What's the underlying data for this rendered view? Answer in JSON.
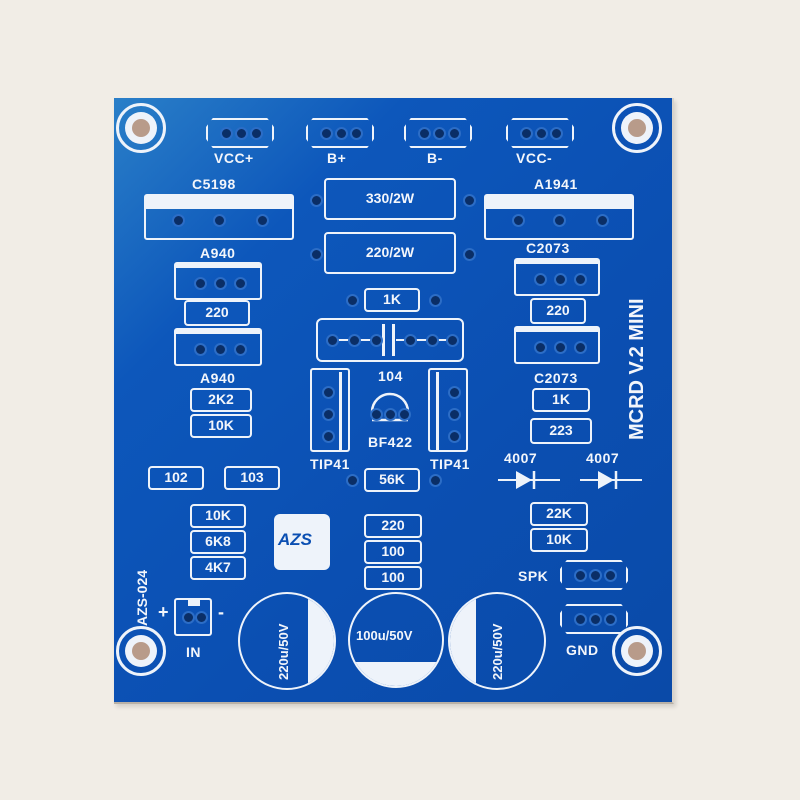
{
  "scene": {
    "description": "Blue bare audio amplifier PCB on off-white background",
    "colors": {
      "background": "#f1ede6",
      "board": "#0b4fb2",
      "silkscreen": "#eef3fa"
    }
  },
  "board": {
    "title": "MCRD V.2 MINI",
    "model_code": "AZS-024",
    "logo": "AZS",
    "connectors": {
      "vcc_plus": "VCC+",
      "b_plus": "B+",
      "b_minus": "B-",
      "vcc_minus": "VCC-",
      "spk": "SPK",
      "gnd": "GND",
      "input": "IN",
      "input_plus": "+",
      "input_minus": "-"
    },
    "transistors": {
      "q_left_power": "C5198",
      "q_right_power": "A1941",
      "q_left_top": "A940",
      "q_left_bottom": "A940",
      "q_right_top": "C2073",
      "q_right_bottom": "C2073",
      "driver_left": "TIP41",
      "driver_right": "TIP41",
      "vbe": "BF422"
    },
    "resistors": {
      "r_330": "330/2W",
      "r_220w": "220/2W",
      "r_1k_center": "1K",
      "r_220_left": "220",
      "r_220_right": "220",
      "r_2k2": "2K2",
      "r_10k_left": "10K",
      "r_1k_right": "1K",
      "r_56k": "56K",
      "r_10k_bl": "10K",
      "r_6k8": "6K8",
      "r_4k7": "4K7",
      "r_220_center": "220",
      "r_100_a": "100",
      "r_100_b": "100",
      "r_22k": "22K",
      "r_10k_br": "10K"
    },
    "capacitors": {
      "c_104": "104",
      "c_102": "102",
      "c_103": "103",
      "c_223": "223",
      "elco_left": "220u/50V",
      "elco_center": "100u/50V",
      "elco_right": "220u/50V"
    },
    "diodes": {
      "d_left": "4007",
      "d_right": "4007"
    }
  }
}
